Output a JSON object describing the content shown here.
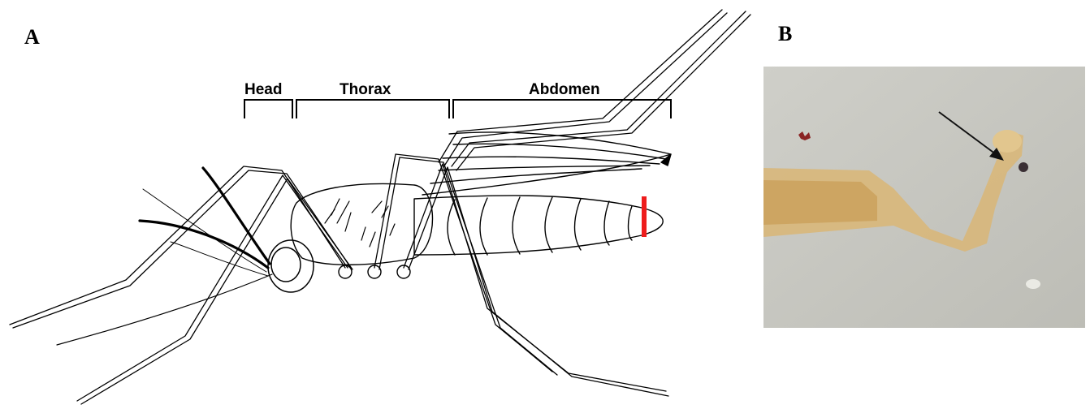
{
  "panels": {
    "a": {
      "letter": "A"
    },
    "b": {
      "letter": "B"
    }
  },
  "diagram": {
    "segments": {
      "head": "Head",
      "thorax": "Thorax",
      "abdomen": "Abdomen"
    },
    "marker_color": "#ee1c1c"
  },
  "photo": {
    "background_color": "#c8c8c2",
    "tissue_color": "#d8b77a",
    "arrow_color": "#111111"
  }
}
